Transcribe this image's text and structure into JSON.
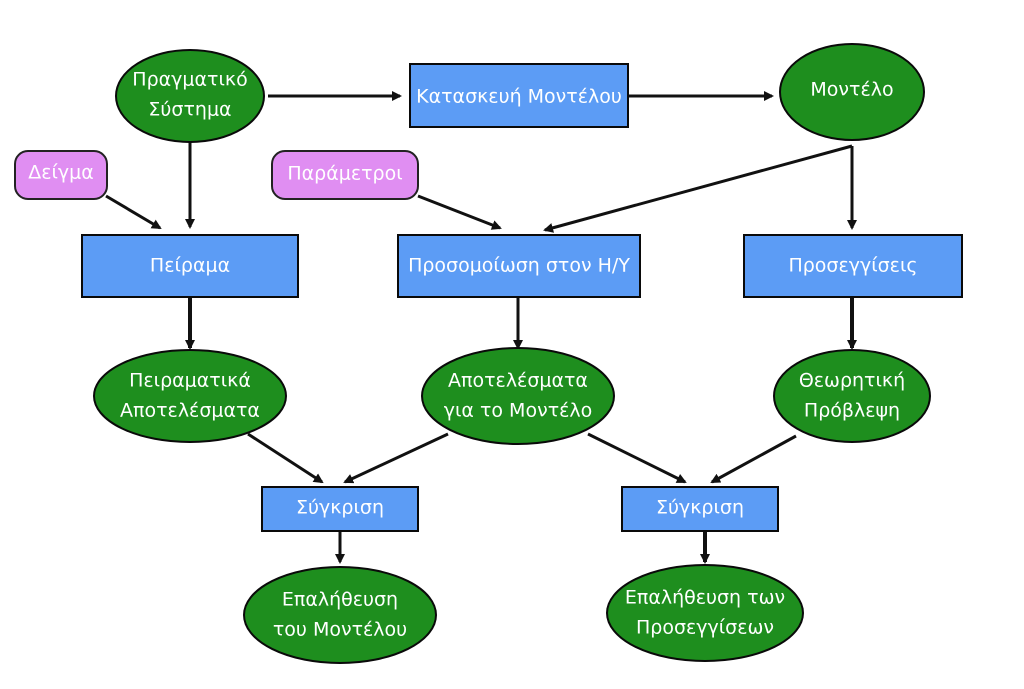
{
  "nodes": {
    "real_system": {
      "lines": [
        "Πραγματικό",
        "Σύστημα"
      ]
    },
    "model_construction": {
      "lines": [
        "Κατασκευή Μοντέλου"
      ]
    },
    "model": {
      "lines": [
        "Μοντέλο"
      ]
    },
    "sample": {
      "lines": [
        "Δείγμα"
      ]
    },
    "parameters": {
      "lines": [
        "Παράμετροι"
      ]
    },
    "experiment": {
      "lines": [
        "Πείραμα"
      ]
    },
    "simulation": {
      "lines": [
        "Προσομοίωση στον Η/Υ"
      ]
    },
    "approximations": {
      "lines": [
        "Προσεγγίσεις"
      ]
    },
    "experimental_results": {
      "lines": [
        "Πειραματικά",
        "Αποτελέσματα"
      ]
    },
    "model_results": {
      "lines": [
        "Αποτελέσματα",
        "για το Μοντέλο"
      ]
    },
    "theoretical_prediction": {
      "lines": [
        "Θεωρητική",
        "Πρόβλεψη"
      ]
    },
    "comparison_left": {
      "lines": [
        "Σύγκριση"
      ]
    },
    "comparison_right": {
      "lines": [
        "Σύγκριση"
      ]
    },
    "model_validation": {
      "lines": [
        "Επαλήθευση",
        "του Μοντέλου"
      ]
    },
    "approximation_validation": {
      "lines": [
        "Επαλήθευση των",
        "Προσεγγίσεων"
      ]
    }
  },
  "colors": {
    "ellipse_fill": "#1e8e1e",
    "rect_fill": "#5c9cf5",
    "pill_fill": "#e08ef2",
    "text": "#ffffff",
    "arrow": "#111111"
  }
}
